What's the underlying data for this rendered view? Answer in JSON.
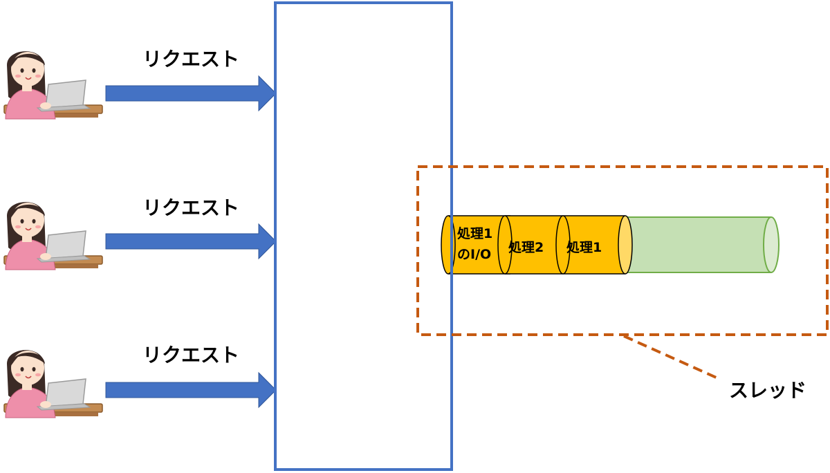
{
  "requests": [
    {
      "label": "リクエスト"
    },
    {
      "label": "リクエスト"
    },
    {
      "label": "リクエスト"
    }
  ],
  "processes": [
    {
      "lines": [
        "処理1",
        "のI/O"
      ]
    },
    {
      "lines": [
        "処理2"
      ]
    },
    {
      "lines": [
        "処理1"
      ]
    }
  ],
  "thread": {
    "label": "スレッド"
  },
  "colors": {
    "server_border": "#4472c4",
    "arrow_fill": "#4472c4",
    "thread_box": "#c55a11",
    "tube_fill": "#c5e0b4",
    "tube_stroke": "#70ad47",
    "process_fill": "#ffc000",
    "process_end": "#ffd966",
    "skin": "#fbe1cc",
    "hair": "#3b2a25",
    "shirt": "#ee8faa",
    "desk": "#c38b52",
    "laptop": "#d9d9d9"
  }
}
